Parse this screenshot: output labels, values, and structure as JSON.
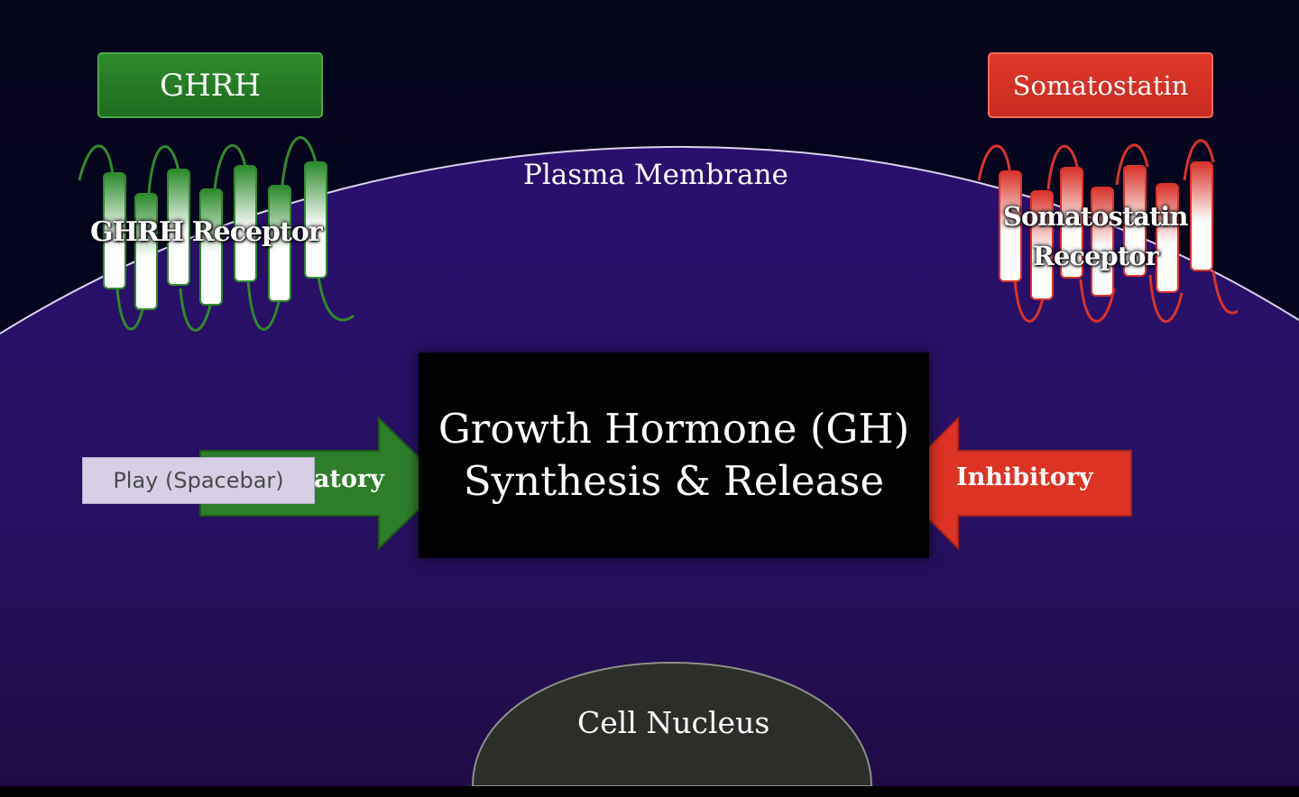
{
  "ligands": {
    "stimulatory": "GHRH",
    "inhibitory": "Somatostatin"
  },
  "membrane": {
    "label": "Plasma Membrane"
  },
  "receptors": {
    "stimulatory": "GHRH Receptor",
    "inhibitory_line1": "Somatostatin",
    "inhibitory_line2": "Receptor"
  },
  "center": {
    "line1": "Growth Hormone (GH)",
    "line2": "Synthesis & Release"
  },
  "arrows": {
    "stimulatory_label_visible": "atory",
    "inhibitory_label": "Inhibitory"
  },
  "tooltip": {
    "text": "Play (Spacebar)"
  },
  "nucleus": {
    "label": "Cell Nucleus"
  },
  "colors": {
    "cell": "#2a0e6b",
    "stimulatory": "#2e7d2a",
    "inhibitory": "#dd3324",
    "nucleus": "#2c2e2a"
  }
}
